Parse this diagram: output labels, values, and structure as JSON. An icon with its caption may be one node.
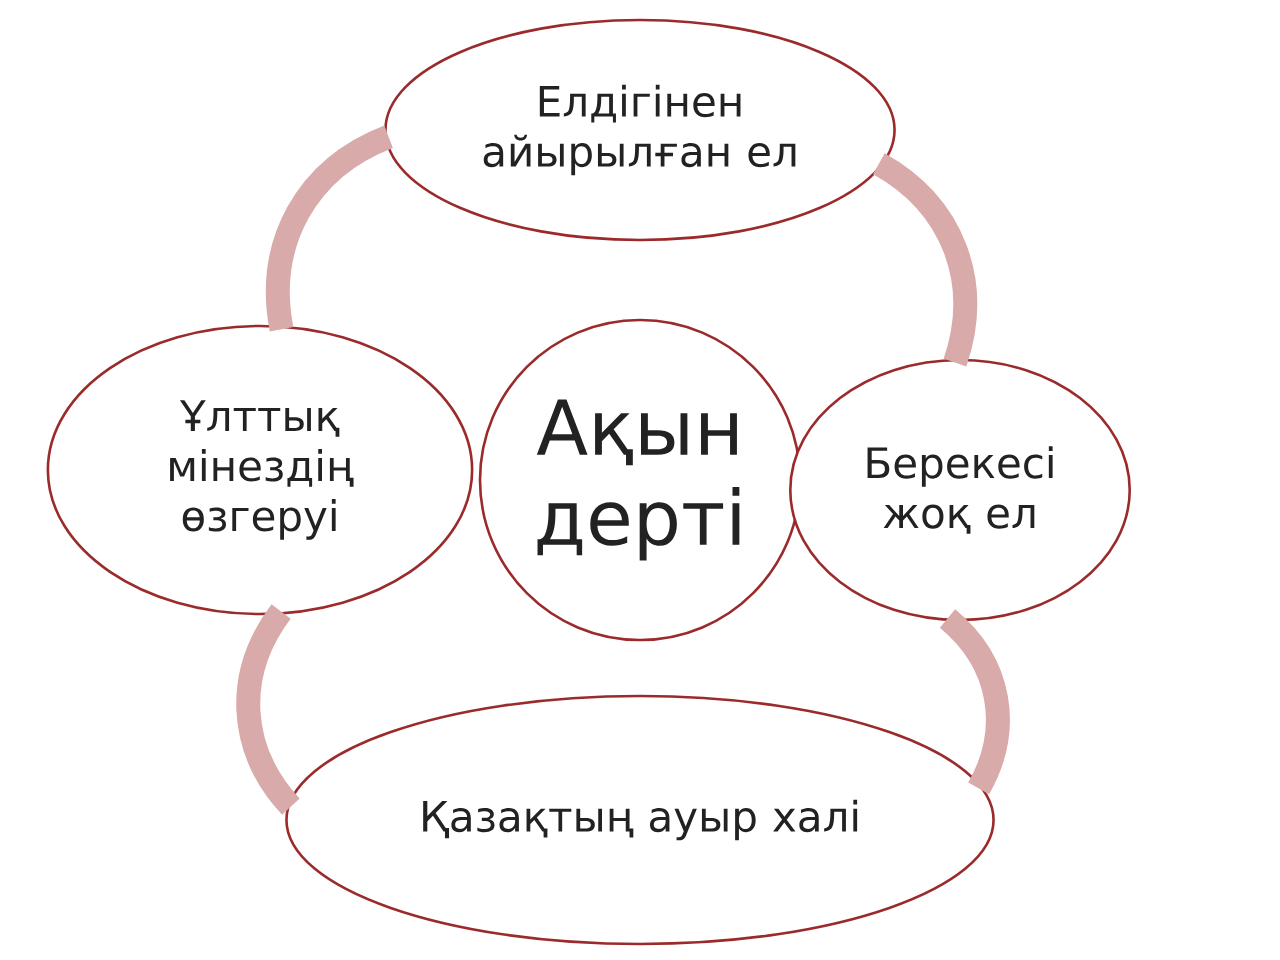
{
  "diagram": {
    "nodes": [
      {
        "text": [
          "Елдігінен айырылған ел"
        ]
      },
      {
        "text": [
          "Ұлттық мінездің өзгеруі"
        ]
      },
      {
        "text": [
          "Ақын дерті"
        ]
      },
      {
        "text": [
          "Берекесі жоқ ел"
        ]
      },
      {
        "text": [
          "Қазақтың ауыр халі"
        ]
      }
    ],
    "edges": [
      {
        "from": 0,
        "to": 3,
        "arrow": "none"
      },
      {
        "from": 3,
        "to": 4,
        "arrow": "none"
      },
      {
        "from": 4,
        "to": 1,
        "arrow": "none"
      },
      {
        "from": 1,
        "to": 0,
        "arrow": "none"
      }
    ]
  }
}
